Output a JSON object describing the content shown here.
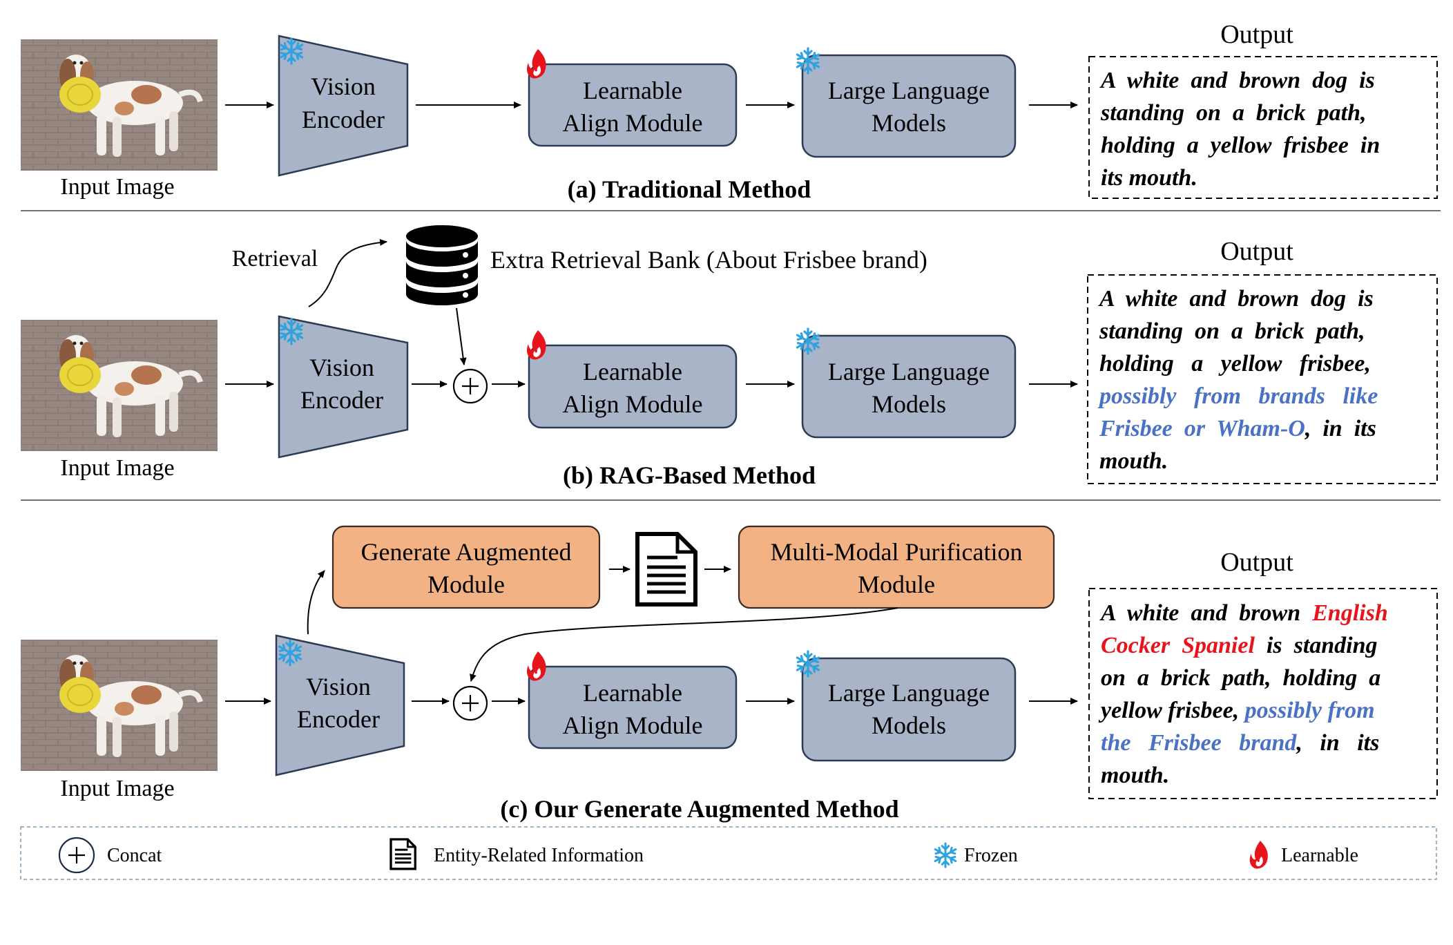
{
  "sections": [
    {
      "caption": "(a) Traditional Method",
      "input_label": "Input Image",
      "encoder": [
        "Vision",
        "Encoder"
      ],
      "align": [
        "Learnable",
        "Align Module"
      ],
      "llm": [
        "Large Language",
        "Models"
      ],
      "output_title": "Output",
      "output_lines": [
        [
          {
            "t": "A  white  and  brown  dog  is",
            "c": "black"
          }
        ],
        [
          {
            "t": "standing  on  a  brick  path,",
            "c": "black"
          }
        ],
        [
          {
            "t": "holding  a  yellow  frisbee  in",
            "c": "black"
          }
        ],
        [
          {
            "t": "its mouth.",
            "c": "black"
          }
        ]
      ]
    },
    {
      "caption": "(b) RAG-Based Method",
      "input_label": "Input Image",
      "retrieval_label": "Retrieval",
      "bank_label": "Extra Retrieval Bank (About Frisbee brand)",
      "encoder": [
        "Vision",
        "Encoder"
      ],
      "align": [
        "Learnable",
        "Align Module"
      ],
      "llm": [
        "Large Language",
        "Models"
      ],
      "output_title": "Output",
      "output_lines": [
        [
          {
            "t": "A  white  and  brown  dog  is",
            "c": "black"
          }
        ],
        [
          {
            "t": "standing  on  a  brick  path,",
            "c": "black"
          }
        ],
        [
          {
            "t": "holding   a   yellow   frisbee,",
            "c": "black"
          }
        ],
        [
          {
            "t": "possibly   from   brands   like",
            "c": "blue"
          }
        ],
        [
          {
            "t": "Frisbee  or  Wham-O",
            "c": "blue"
          },
          {
            "t": ",  in  its",
            "c": "black"
          }
        ],
        [
          {
            "t": "mouth.",
            "c": "black"
          }
        ]
      ]
    },
    {
      "caption": "(c) Our Generate Augmented Method",
      "input_label": "Input Image",
      "gen_module": [
        "Generate Augmented",
        "Module"
      ],
      "purify_module": [
        "Multi-Modal Purification",
        "Module"
      ],
      "encoder": [
        "Vision",
        "Encoder"
      ],
      "align": [
        "Learnable",
        "Align Module"
      ],
      "llm": [
        "Large Language",
        "Models"
      ],
      "output_title": "Output",
      "output_lines": [
        [
          {
            "t": "A  white  and  brown  ",
            "c": "black"
          },
          {
            "t": "English",
            "c": "red"
          }
        ],
        [
          {
            "t": "Cocker  Spaniel",
            "c": "red"
          },
          {
            "t": "  is  standing",
            "c": "black"
          }
        ],
        [
          {
            "t": "on  a  brick  path,  holding  a",
            "c": "black"
          }
        ],
        [
          {
            "t": "yellow frisbee, ",
            "c": "black"
          },
          {
            "t": "possibly from",
            "c": "blue"
          }
        ],
        [
          {
            "t": "the   Frisbee   brand",
            "c": "blue"
          },
          {
            "t": ",   in   its",
            "c": "black"
          }
        ],
        [
          {
            "t": "mouth.",
            "c": "black"
          }
        ]
      ]
    }
  ],
  "legend": {
    "concat": "Concat",
    "entity": "Entity-Related Information",
    "frozen": "Frozen",
    "learnable": "Learnable"
  },
  "colors": {
    "module_fill": "#aab4c8",
    "module_stroke": "#2b3a55",
    "orange_fill": "#f3b283",
    "orange_stroke": "#3a2a1f",
    "blue_text": "#4a72c4",
    "red_text": "#e8141b",
    "frozen_icon": "#2fa3df",
    "flame_icon": "#e8141b"
  },
  "icons": {
    "frozen": "snowflake-icon",
    "learnable": "flame-icon",
    "document": "document-icon",
    "database": "database-icon",
    "concat": "circle-plus-icon"
  }
}
